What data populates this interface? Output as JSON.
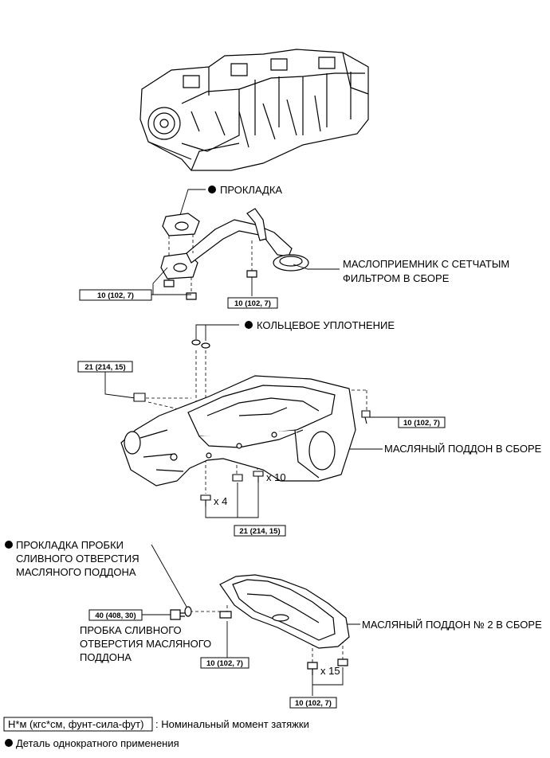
{
  "labels": {
    "gasket": "ПРОКЛАДКА",
    "strainer_line1": "МАСЛОПРИЕМНИК С СЕТЧАТЫМ",
    "strainer_line2": "ФИЛЬТРОМ В СБОРЕ",
    "o_ring": "КОЛЬЦЕВОЕ УПЛОТНЕНИЕ",
    "oil_pan": "МАСЛЯНЫЙ ПОДДОН В СБОРЕ",
    "drain_gasket_line1": "ПРОКЛАДКА ПРОБКИ",
    "drain_gasket_line2": "СЛИВНОГО ОТВЕРСТИЯ",
    "drain_gasket_line3": "МАСЛЯНОГО ПОДДОНА",
    "drain_plug_line1": "ПРОБКА СЛИВНОГО",
    "drain_plug_line2": "ОТВЕРСТИЯ МАСЛЯНОГО",
    "drain_plug_line3": "ПОДДОНА",
    "oil_pan2": "МАСЛЯНЫЙ ПОДДОН № 2 В СБОРЕ"
  },
  "torques": {
    "strainer_left": "10 (102, 7)",
    "strainer_right": "10 (102, 7)",
    "pan_left": "21 (214, 15)",
    "pan_right": "10 (102, 7)",
    "pan_bottom": "21 (214, 15)",
    "drain": "40 (408, 30)",
    "pan2_left": "10 (102, 7)",
    "pan2_right": "10 (102, 7)"
  },
  "counts": {
    "x4": "x 4",
    "x10": "x 10",
    "x15": "x 15"
  },
  "legend": {
    "torque_box": "Н*м (кгс*см, фунт-сила-фут)",
    "torque_desc": ": Номинальный момент затяжки",
    "non_reusable": "Деталь однократного применения"
  }
}
